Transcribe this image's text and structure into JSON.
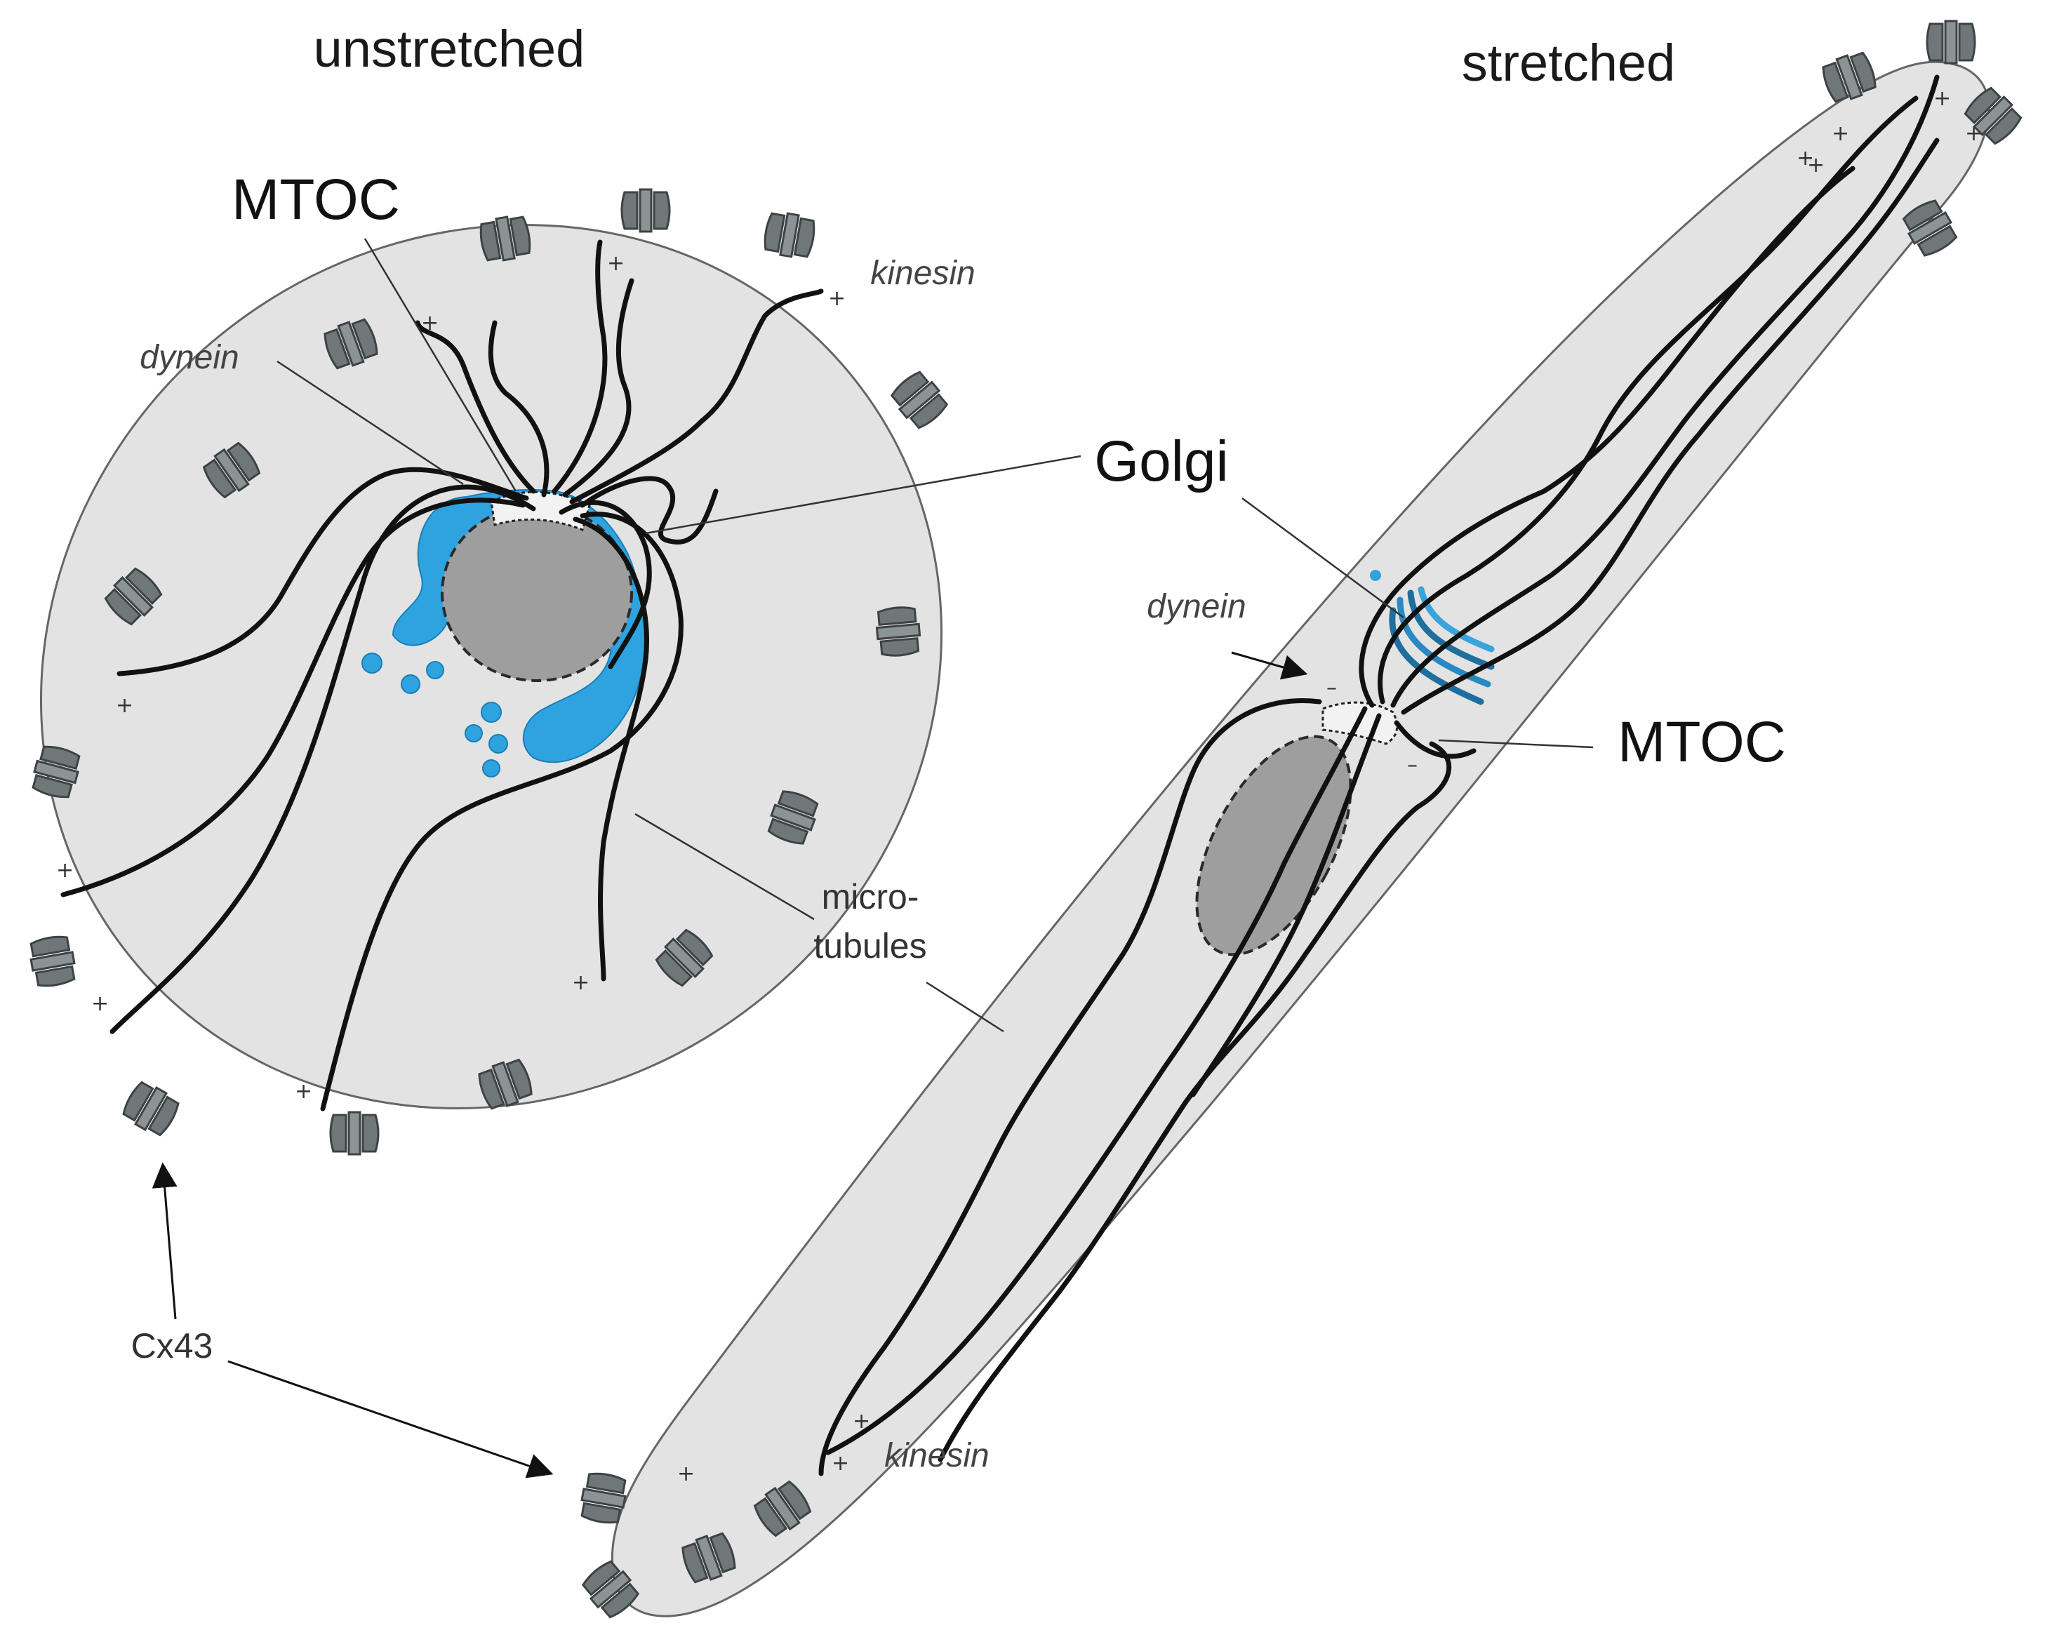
{
  "panels": {
    "left_title": "unstretched",
    "right_title": "stretched"
  },
  "labels": {
    "mtoc_left": "MTOC",
    "mtoc_right": "MTOC",
    "golgi": "Golgi",
    "dynein_left": "dynein",
    "dynein_right": "dynein",
    "kinesin_left": "kinesin",
    "kinesin_right": "kinesin",
    "microtubules_line1": "micro-",
    "microtubules_line2": "tubules",
    "cx43": "Cx43"
  },
  "colors": {
    "golgi": "#2ea3e0",
    "golgi_dark": "#1f6f9e",
    "cytoplasm": "#e3e3e3",
    "nucleus": "#9e9e9e",
    "connexin": "#6f7778",
    "microtubule": "#111111"
  },
  "icons": {
    "connexin": "connexin-channel-icon"
  }
}
